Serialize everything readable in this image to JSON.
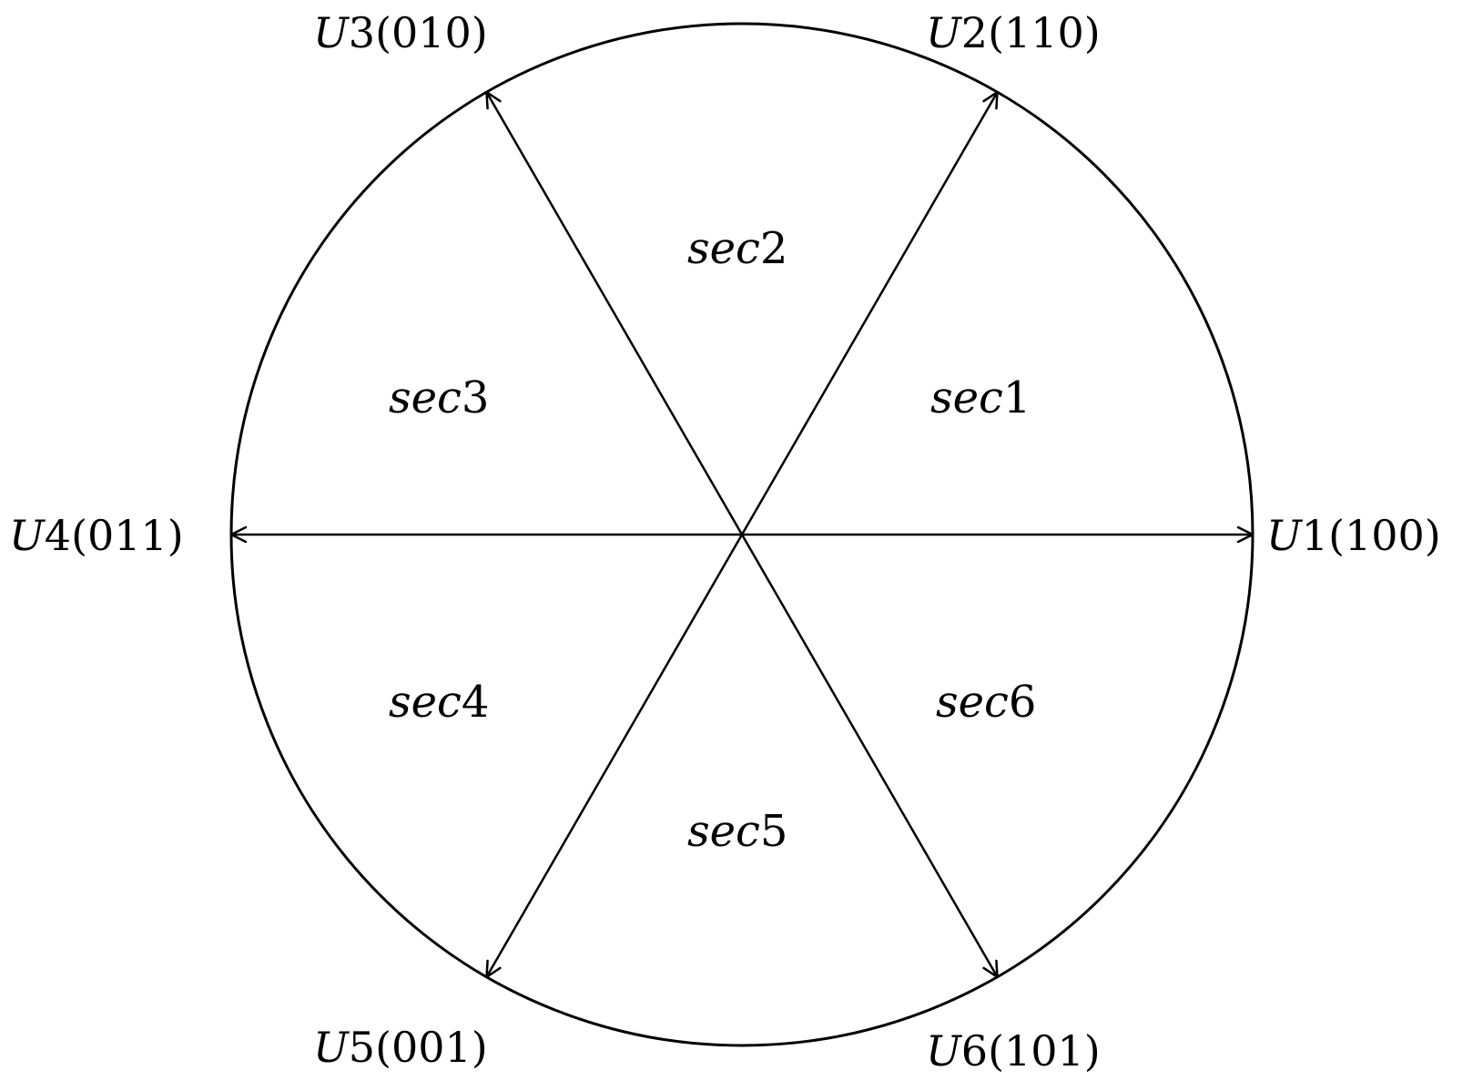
{
  "diagram": {
    "stroke_color": "#000000",
    "background": "#ffffff",
    "vectors": [
      {
        "id": "u1",
        "symbol": "U",
        "index": "1",
        "code": "(100)",
        "angle_deg": 0
      },
      {
        "id": "u2",
        "symbol": "U",
        "index": "2",
        "code": "(110)",
        "angle_deg": 60
      },
      {
        "id": "u3",
        "symbol": "U",
        "index": "3",
        "code": "(010)",
        "angle_deg": 120
      },
      {
        "id": "u4",
        "symbol": "U",
        "index": "4",
        "code": "(011)",
        "angle_deg": 180
      },
      {
        "id": "u5",
        "symbol": "U",
        "index": "5",
        "code": "(001)",
        "angle_deg": 240
      },
      {
        "id": "u6",
        "symbol": "U",
        "index": "6",
        "code": "(101)",
        "angle_deg": 300
      }
    ],
    "sectors": [
      {
        "id": "sec1",
        "prefix": "sec",
        "index": "1"
      },
      {
        "id": "sec2",
        "prefix": "sec",
        "index": "2"
      },
      {
        "id": "sec3",
        "prefix": "sec",
        "index": "3"
      },
      {
        "id": "sec4",
        "prefix": "sec",
        "index": "4"
      },
      {
        "id": "sec5",
        "prefix": "sec",
        "index": "5"
      },
      {
        "id": "sec6",
        "prefix": "sec",
        "index": "6"
      }
    ]
  }
}
